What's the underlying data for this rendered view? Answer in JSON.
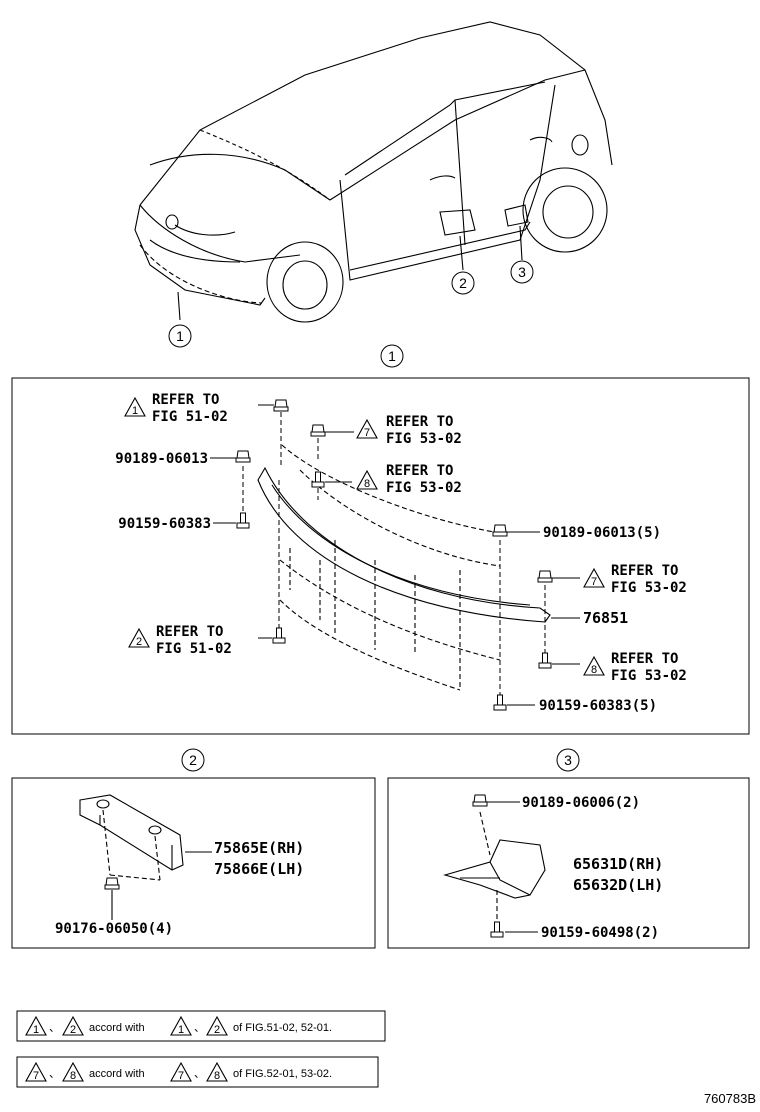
{
  "car": {
    "callouts": [
      "①",
      "②",
      "③"
    ]
  },
  "section1": {
    "title": "①",
    "refs": [
      {
        "num": "1",
        "line1": "REFER TO",
        "line2": "FIG 51-02"
      },
      {
        "num": "7",
        "line1": "REFER TO",
        "line2": "FIG 53-02"
      },
      {
        "num": "8",
        "line1": "REFER TO",
        "line2": "FIG 53-02"
      },
      {
        "num": "7",
        "line1": "REFER TO",
        "line2": "FIG 53-02"
      },
      {
        "num": "2",
        "line1": "REFER TO",
        "line2": "FIG 51-02"
      },
      {
        "num": "8",
        "line1": "REFER TO",
        "line2": "FIG 53-02"
      }
    ],
    "parts": {
      "left_clip": "90189-06013",
      "left_screw": "90159-60383",
      "right_clip": "90189-06013(5)",
      "spoiler": "76851",
      "right_screw": "90159-60383(5)"
    }
  },
  "section2": {
    "title": "②",
    "part_rh": "75865E(RH)",
    "part_lh": "75866E(LH)",
    "clip": "90176-06050(4)"
  },
  "section3": {
    "title": "③",
    "clip": "90189-06006(2)",
    "part_rh": "65631D(RH)",
    "part_lh": "65632D(LH)",
    "screw": "90159-60498(2)"
  },
  "notes": [
    {
      "a": "1",
      "b": "2",
      "sep": "、",
      "mid": "accord with",
      "c": "1",
      "d": "2",
      "tail": "of FIG.51-02, 52-01."
    },
    {
      "a": "7",
      "b": "8",
      "sep": "、",
      "mid": "accord with",
      "c": "7",
      "d": "8",
      "tail": "of FIG.52-01, 53-02."
    }
  ],
  "figure_id": "760783B"
}
